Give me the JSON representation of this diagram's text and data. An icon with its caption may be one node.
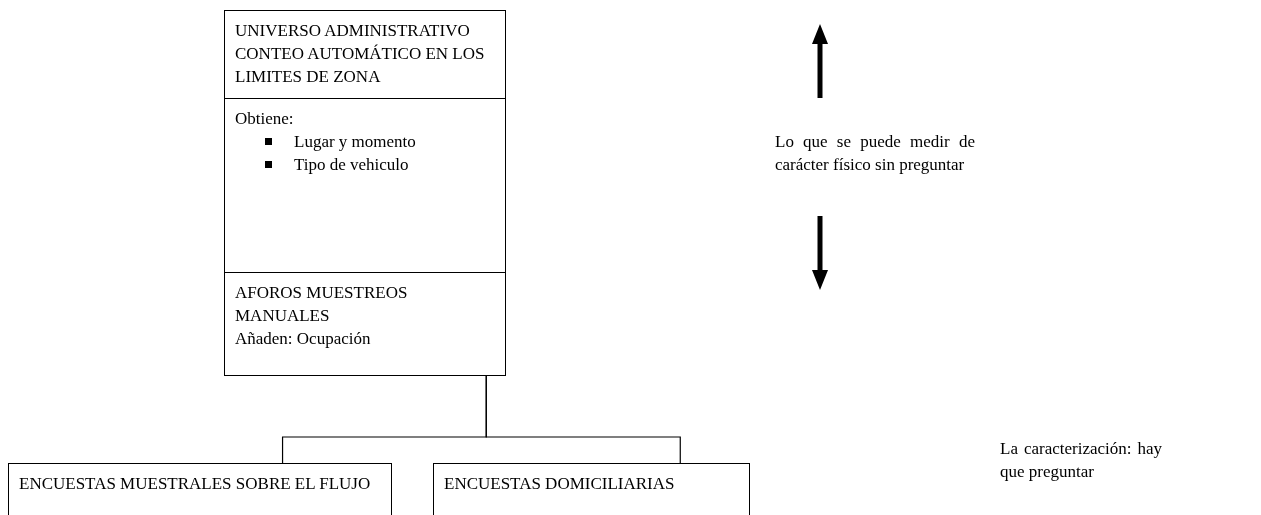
{
  "diagram": {
    "nodes": [
      {
        "text": [
          "UNIVERSO ADMINISTRATIVO",
          "CONTEO AUTOMÁTICO EN LOS LIMITES DE ZONA"
        ]
      },
      {
        "text": [
          "Obtiene:",
          "Lugar y momento",
          "Tipo de vehiculo"
        ]
      },
      {
        "text": [
          "AFOROS MUESTREOS MANUALES",
          "Añaden: Ocupación"
        ]
      },
      {
        "text": [
          "ENCUESTAS MUESTRALES SOBRE EL FLUJO"
        ]
      },
      {
        "text": [
          "ENCUESTAS DOMICILIARIAS"
        ]
      }
    ],
    "edges": [
      {
        "from": 2,
        "to": 3,
        "arrow": "none"
      },
      {
        "from": 2,
        "to": 4,
        "arrow": "none"
      }
    ],
    "labels": [
      "Lo que se puede medir de carácter físico sin preguntar",
      "La caracterización: hay que preguntar"
    ]
  }
}
